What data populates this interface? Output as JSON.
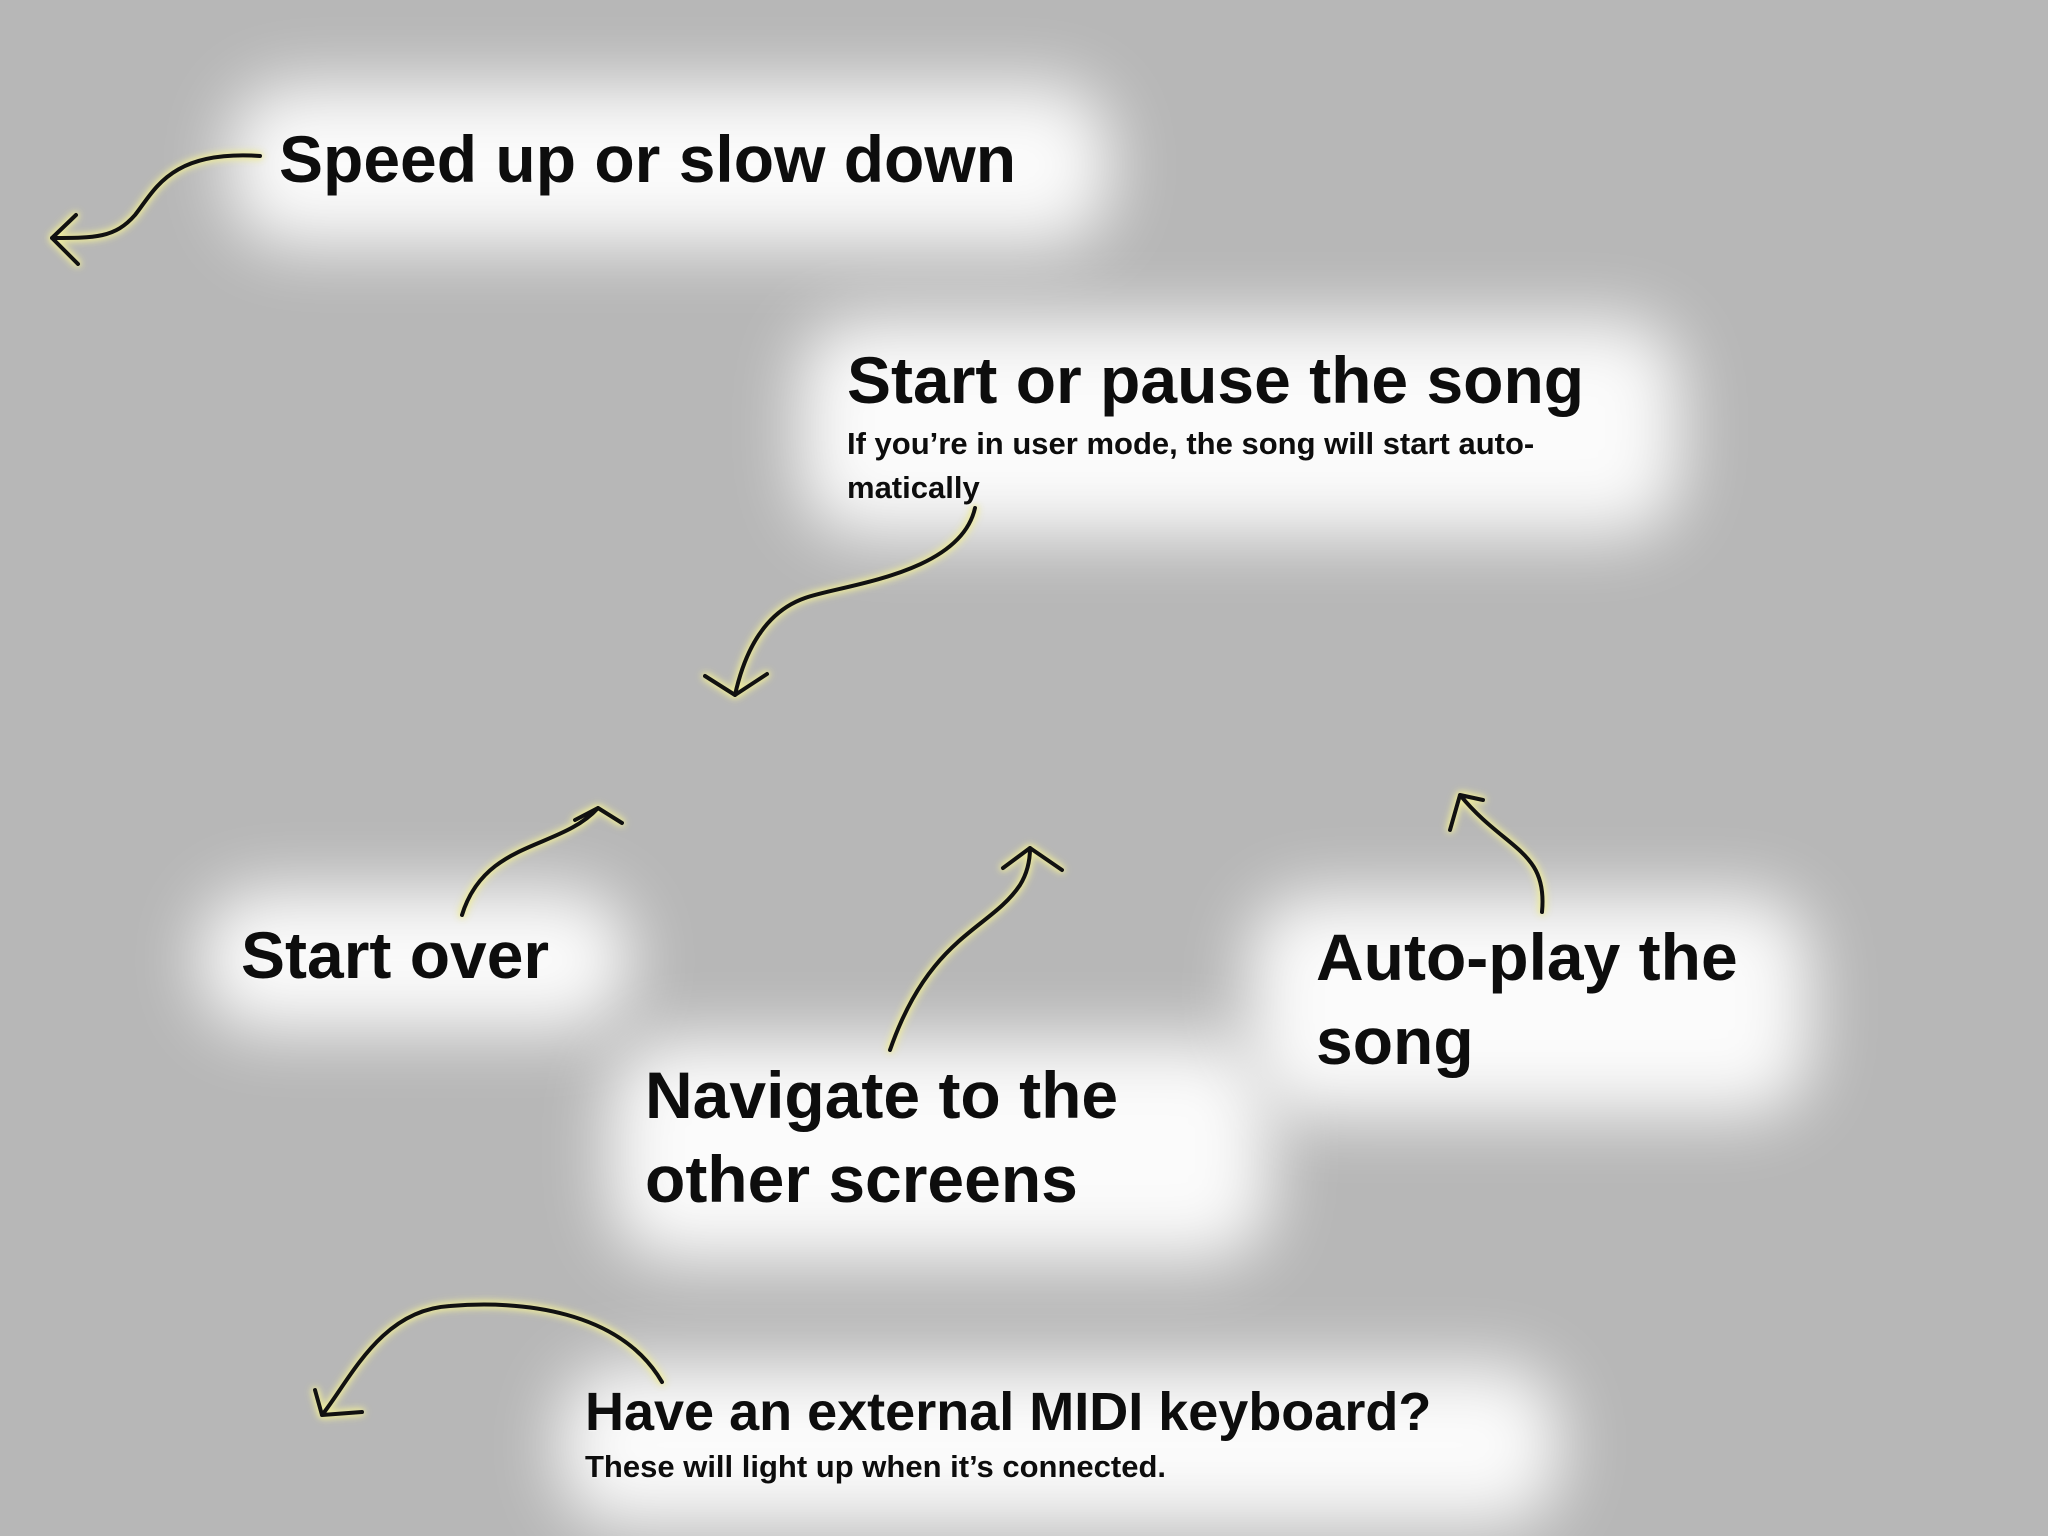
{
  "overlay": {
    "speed": {
      "title": "Speed up or slow down"
    },
    "start_pause": {
      "title": "Start or pause the song",
      "subtitle_line1": "If you’re in user mode, the song will start auto-",
      "subtitle_line2": "matically"
    },
    "start_over": {
      "title": "Start over"
    },
    "navigate": {
      "title_line1": "Navigate to the",
      "title_line2": "other screens"
    },
    "autoplay": {
      "title_line1": "Auto-play the",
      "title_line2": "song"
    },
    "midi": {
      "title": "Have an external MIDI keyboard?",
      "subtitle": "These will light up when it’s connected."
    }
  },
  "colors": {
    "background": "#b7b7b7",
    "text": "#0d0d0d",
    "arrow_stroke": "#111111",
    "arrow_glow": "#f3f2a8"
  }
}
